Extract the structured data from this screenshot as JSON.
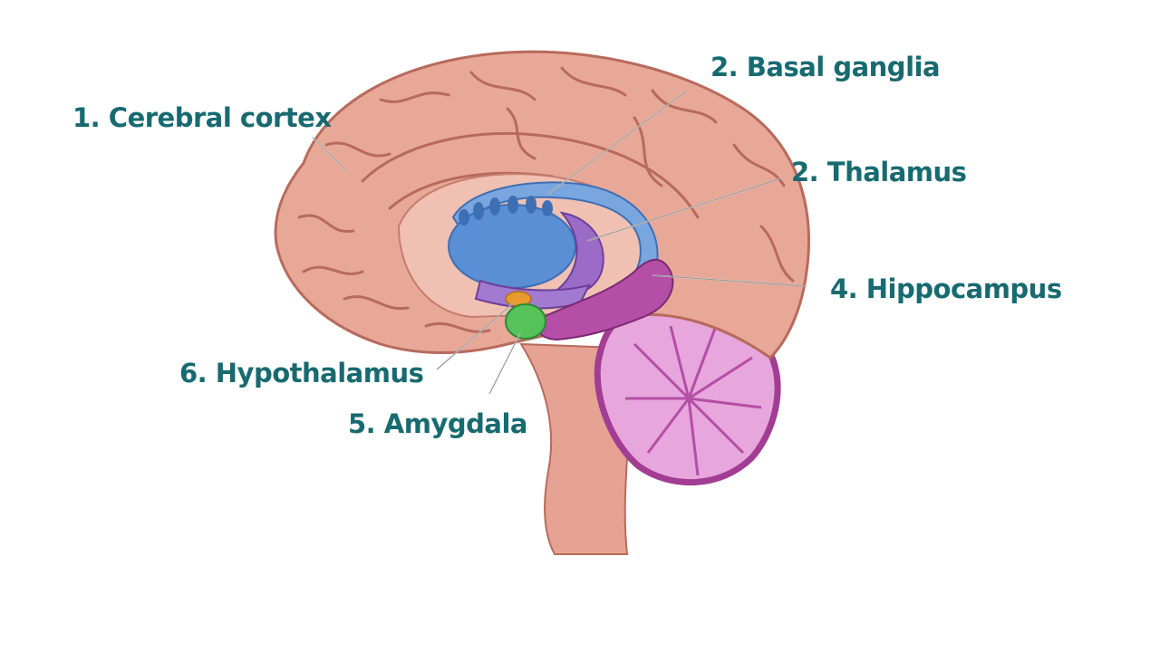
{
  "labels": {
    "cerebral_cortex": "1. Cerebral cortex",
    "basal_ganglia": "2. Basal ganglia",
    "thalamus": "2. Thalamus",
    "hippocampus": "4. Hippocampus",
    "hypothalamus": "6. Hypothalamus",
    "amygdala": "5. Amygdala"
  },
  "colors": {
    "label_text": "#176a70",
    "cortex": "#e8a898",
    "cortex_dark": "#b86a5c",
    "basal_ganglia": "#5a8fd6",
    "thalamus": "#9a6cc8",
    "hippocampus": "#b44ea6",
    "cerebellum": "#e7a6dc",
    "amygdala": "#55c35a",
    "hypothalamus": "#e79a2e",
    "leader_line": "#ffffff"
  }
}
